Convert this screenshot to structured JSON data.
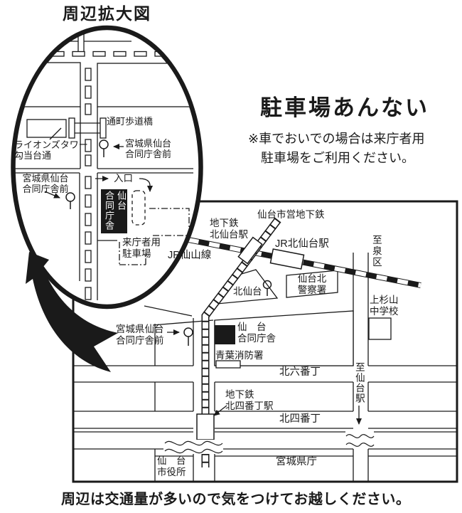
{
  "colors": {
    "ink": "#1a1a1a",
    "paper": "#ffffff"
  },
  "header": {
    "title": "周辺拡大図"
  },
  "parking_guide": {
    "title": "駐車場あんない",
    "note": "※車でおいでの場合は来庁者用\n　駐車場をご利用ください。"
  },
  "footer": {
    "caption": "周辺は交通量が多いので気をつけてお越しください。"
  },
  "inset": {
    "bridge": "通町歩道橋",
    "lions_tower": "ライオンズタワー\n勾当台通",
    "bus_stop_right": "宮城県仙台\n合同庁舎前",
    "bus_stop_left": "宮城県仙台\n合同庁舎前",
    "entrance": "入口",
    "gov_building": "仙台\n合同庁舎",
    "visitor_parking": "来庁者用\n駐車場"
  },
  "map": {
    "subway_line": "仙台市営地下鉄",
    "subway_kitasendai": "地下鉄\n北仙台駅",
    "jr_kitasendai": "JR北仙台駅",
    "to_izumi": "至泉区",
    "jr_senzan": "JR仙山線",
    "kitasendai_stop": "北仙台",
    "police": "仙台北\n警察署",
    "school": "上杉山\n中学校",
    "bus_stop": "宮城県仙台\n合同庁舎前",
    "gov_building": "仙　台\n合同庁舎",
    "fire_station": "青葉消防署",
    "kita6": "北六番丁",
    "to_sendai_station": "至仙台駅",
    "subway_kitayobancho": "地下鉄\n北四番丁駅",
    "kita4": "北四番丁",
    "city_hall": "仙　台\n市役所",
    "pref_office": "宮城県庁"
  }
}
